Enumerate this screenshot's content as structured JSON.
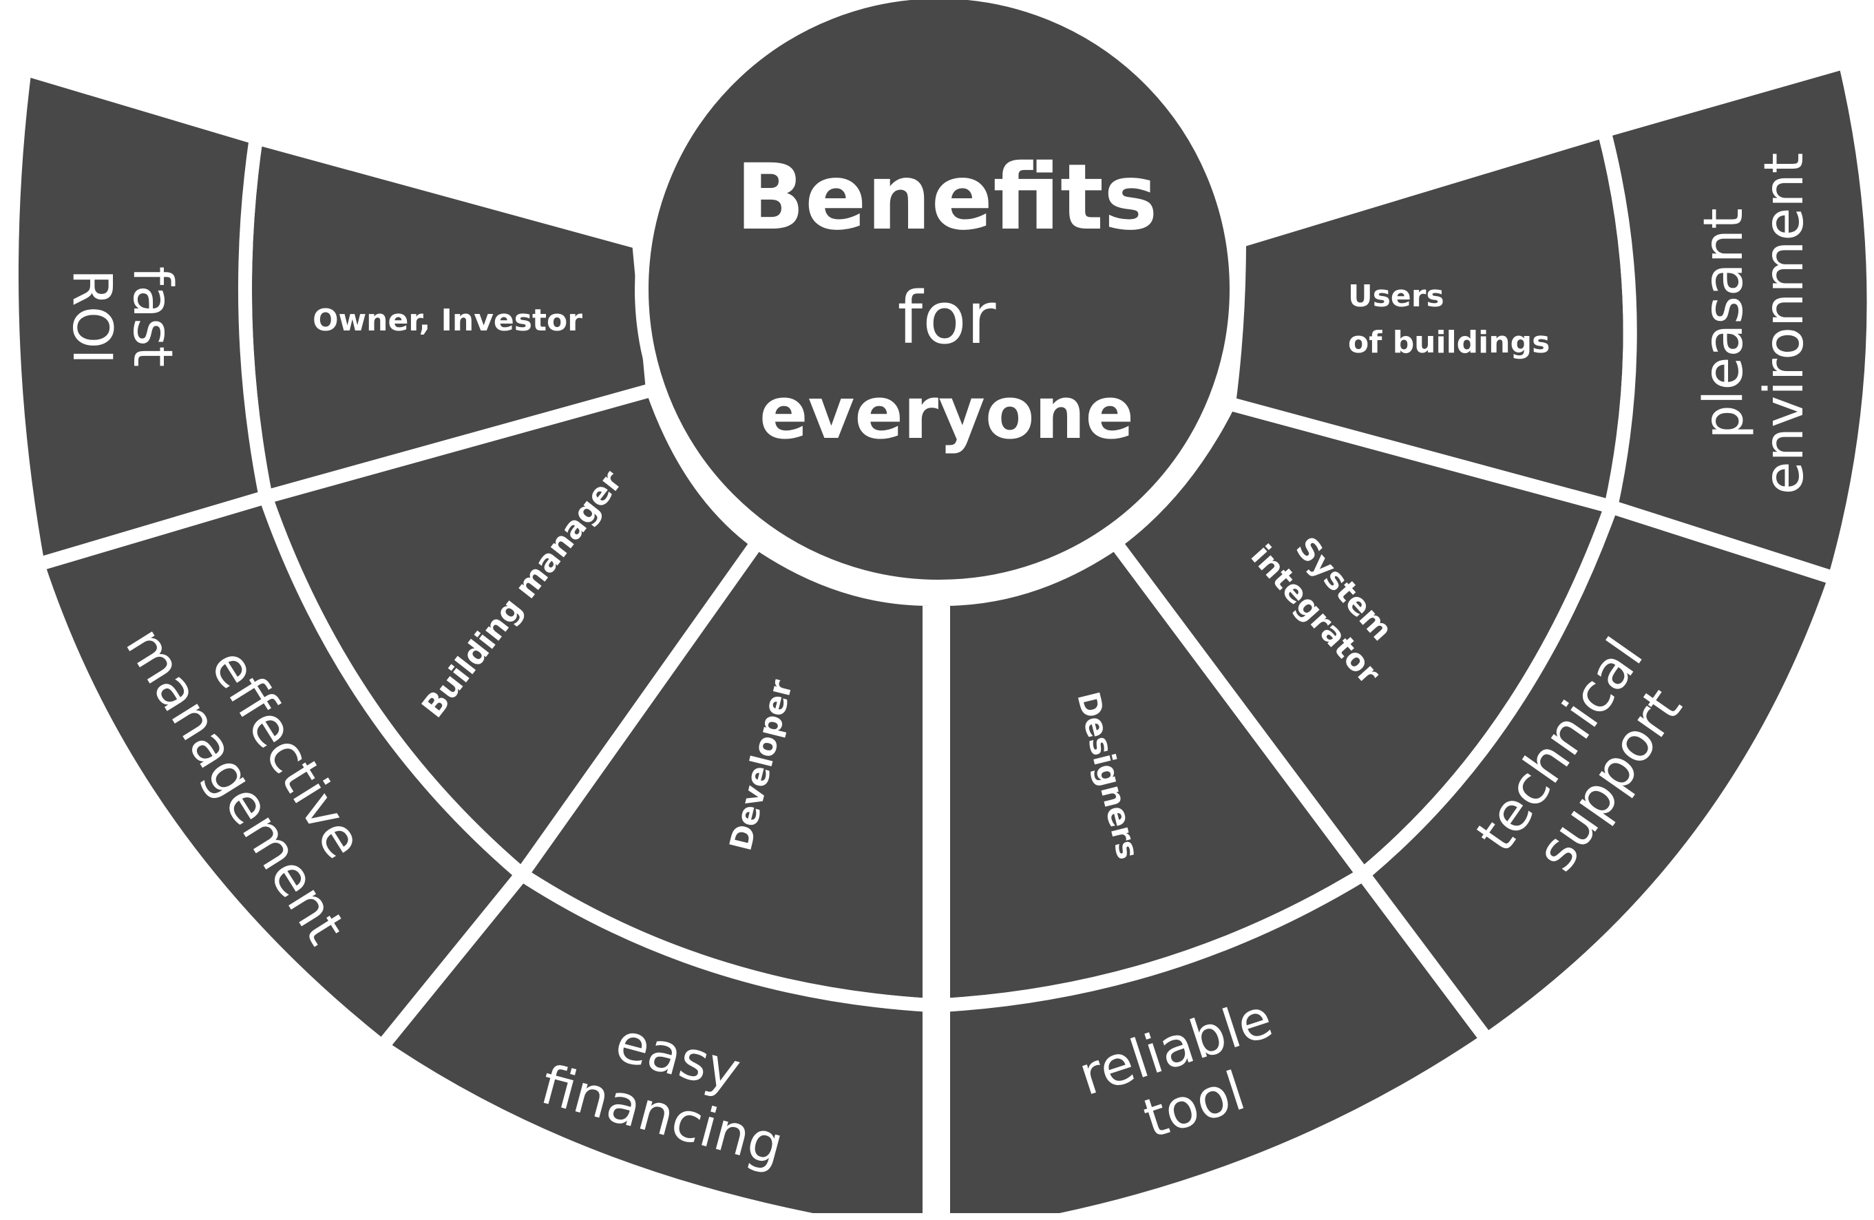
{
  "center": {
    "line1": "Benefits",
    "line2": "for",
    "line3": "everyone"
  },
  "stakeholders": [
    {
      "name": "Owner, Investor",
      "benefit": [
        "fast",
        "ROI"
      ]
    },
    {
      "name": "Building manager",
      "benefit": [
        "effective",
        "management"
      ]
    },
    {
      "name": "Developer",
      "benefit": [
        "easy",
        "financing"
      ]
    },
    {
      "name": "Designers",
      "benefit": [
        "reliable",
        "tool"
      ]
    },
    {
      "name": "System integrator",
      "benefit": [
        "technical",
        "support"
      ]
    },
    {
      "name": "Users of buildings",
      "benefit": [
        "pleasant",
        "environment"
      ]
    }
  ],
  "colors": {
    "segment": "#484848",
    "text": "#ffffff",
    "background": "#ffffff"
  }
}
